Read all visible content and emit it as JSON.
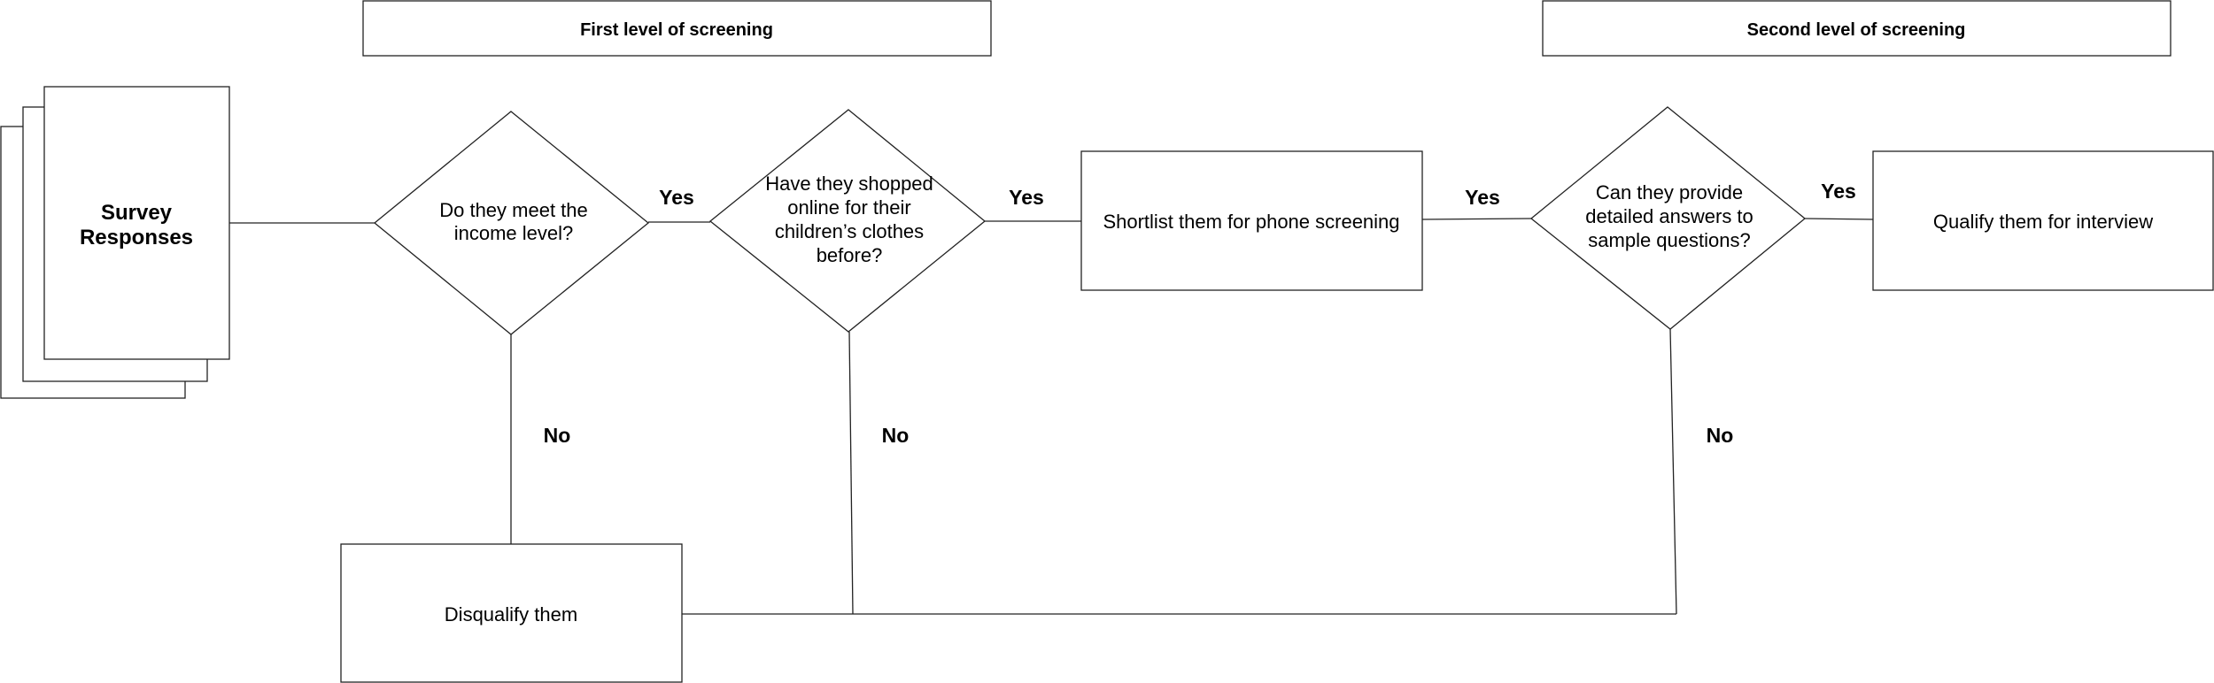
{
  "headers": {
    "first_level": "First level of screening",
    "second_level": "Second level of screening"
  },
  "nodes": {
    "survey_responses": {
      "line1": "Survey",
      "line2": "Responses"
    },
    "income_question": {
      "line1": "Do they meet the",
      "line2": "income level?"
    },
    "shopped_question": {
      "line1": "Have they shopped",
      "line2": "online for their",
      "line3": "children’s clothes",
      "line4": "before?"
    },
    "shortlist": "Shortlist them for phone screening",
    "answers_question": {
      "line1": "Can they provide",
      "line2": "detailed answers to",
      "line3": "sample questions?"
    },
    "qualify": "Qualify them for interview",
    "disqualify": "Disqualify them"
  },
  "edge_labels": {
    "yes_income": "Yes",
    "yes_shopped": "Yes",
    "yes_shortlist": "Yes",
    "yes_answers": "Yes",
    "no_income": "No",
    "no_shopped": "No",
    "no_answers": "No"
  }
}
